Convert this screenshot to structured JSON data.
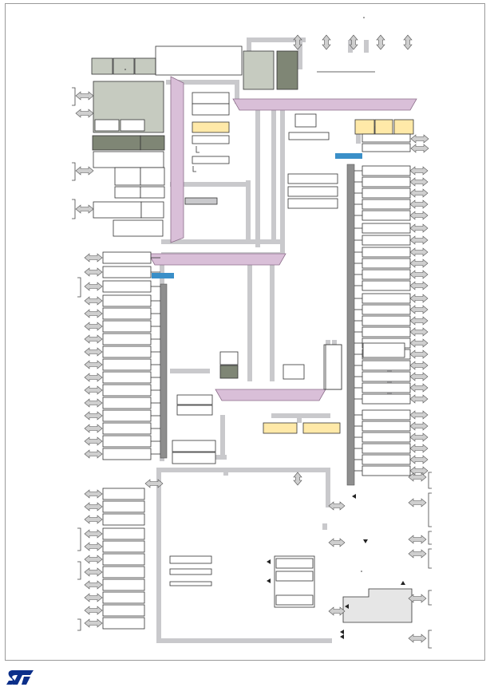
{
  "logo": {
    "text": "ST",
    "color": "#0b2f8a"
  },
  "colors": {
    "bus": "#c9c9cc",
    "matrix": "#d9bfd8",
    "matrix_stroke": "#8c6e8a",
    "peripheral_fill": "#ffffff",
    "peripheral_stroke": "#333333",
    "highlight": "#ffe9a8",
    "cpu_block": "#c6cbc0",
    "dark_block": "#7f8675",
    "accent_blue": "#3a8fc8",
    "io_arrow": "#cfcfcf",
    "io_stroke": "#555555"
  },
  "blocks": {
    "core": "core",
    "bus_matrix_top": "bus-matrix-top",
    "bus_matrix_mid": "bus-matrix-mid",
    "flash": "flash",
    "sram": "sram",
    "bridge": "apb-bridge",
    "dma": "dma"
  }
}
